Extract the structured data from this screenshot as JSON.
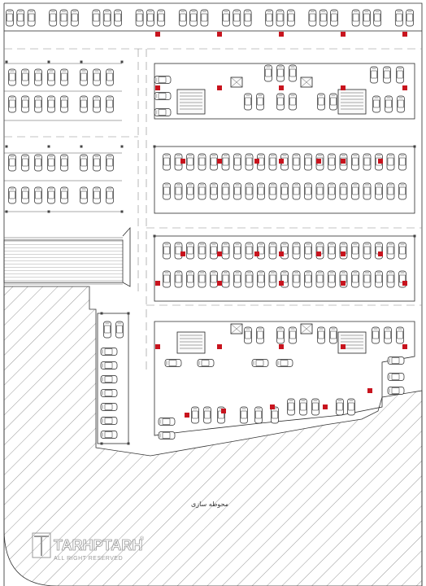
{
  "plan": {
    "title": "",
    "area_label": "محوطه سازی",
    "colors": {
      "line": "#2b2b2b",
      "column_accent": "#c8141e",
      "hatch": "#333333",
      "watermark": "#9a9a9a"
    }
  },
  "watermark": {
    "brand": "TARHPTARH",
    "tagline": "ALL RIGHT RESERVED",
    "mark": "®"
  },
  "icons": [
    "car-icon",
    "stair-icon",
    "elevator-icon",
    "column-icon",
    "ramp-icon"
  ]
}
